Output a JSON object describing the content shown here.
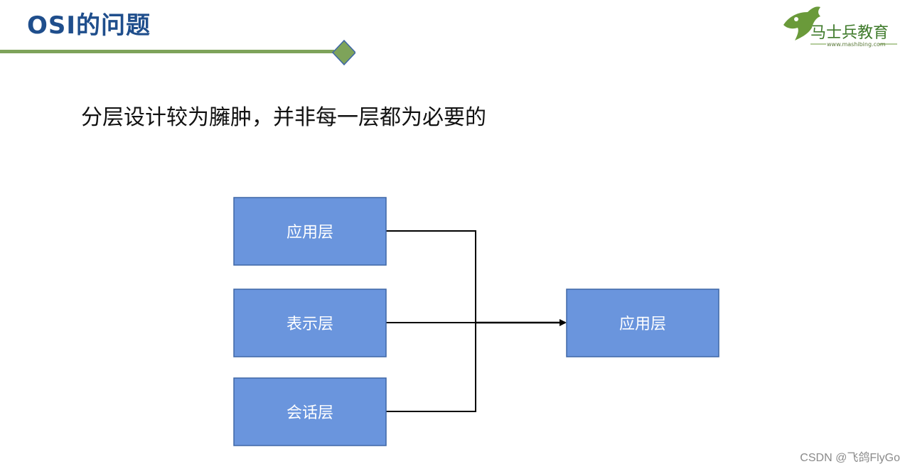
{
  "slide": {
    "title": "OSI的问题",
    "subtitle": "分层设计较为臃肿，并非每一层都为必要的"
  },
  "logo": {
    "name": "马士兵教育",
    "url": "www.mashibing.com"
  },
  "diagram": {
    "left_boxes": [
      "应用层",
      "表示层",
      "会话层"
    ],
    "right_box": "应用层"
  },
  "colors": {
    "title": "#1f4e8c",
    "rule": "#7ea35a",
    "box_fill": "#6a95dd",
    "box_border": "#3e66a6",
    "box_text": "#ffffff",
    "connector": "#000000"
  },
  "watermark": "CSDN @飞鸽FlyGo"
}
